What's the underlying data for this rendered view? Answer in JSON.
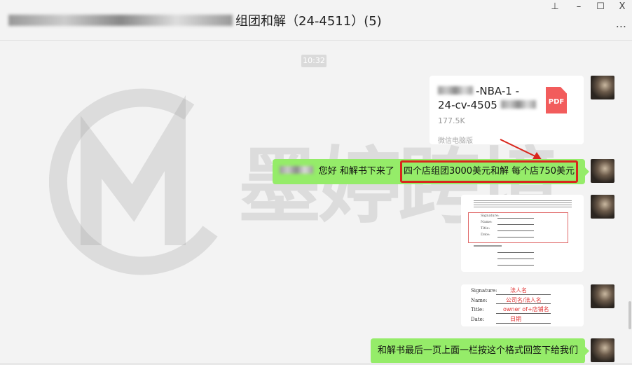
{
  "window": {
    "title": "组团和解（24-4511）(5)",
    "controls": {
      "pin": "⊥",
      "minimize": "–",
      "maximize": "☐",
      "close": "X"
    },
    "more": "..."
  },
  "watermark": {
    "text": "墨婷跨境"
  },
  "chat": {
    "timestamp": "10:32",
    "file": {
      "name_line1": "-NBA-1 -",
      "name_line2": "24-cv-4505",
      "size": "177.5K",
      "source": "微信电脑版",
      "icon_label": "PDF"
    },
    "message1": {
      "text": "您好  和解书下来了",
      "highlight": "四个店组团3000美元和解 每个店750美元"
    },
    "image2": {
      "labels": [
        "Signature:",
        "Name:",
        "Title:",
        "Date:"
      ],
      "annotations": [
        "法人名",
        "公司名/法人名",
        "owner of+店铺名",
        "日期"
      ]
    },
    "image1": {
      "labels": [
        "Signature:",
        "Name:",
        "Title:",
        "Date:"
      ]
    },
    "message2": {
      "text": "和解书最后一页上面一栏按这个格式回签下给我们"
    }
  },
  "colors": {
    "bubble": "#95ec69",
    "highlight": "#d9261c",
    "pdf": "#f25c5c"
  }
}
